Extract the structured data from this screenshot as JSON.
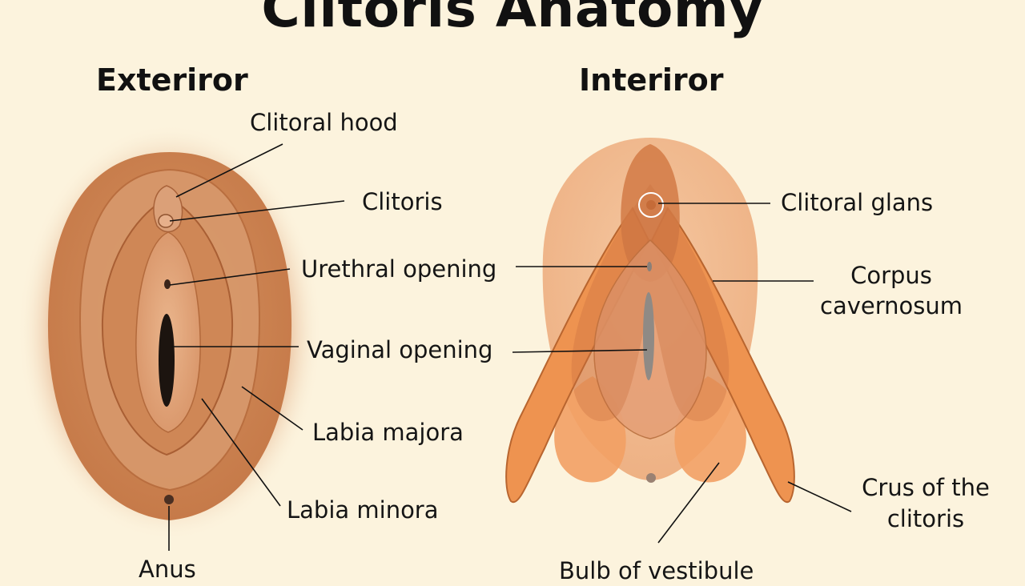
{
  "title": "Clitoris Anatomy",
  "headings": {
    "exterior": "Exteriror",
    "interior": "Interiror"
  },
  "colors": {
    "background": "#fcf3dd",
    "skin_outer": "#e5a577",
    "skin_mid": "#d38c5c",
    "skin_inner": "#c57848",
    "opening": "#1c140f",
    "interior_body": "#f0b78d",
    "tissue_orange": "#f29a57",
    "tissue_dark": "#c4713f"
  },
  "exterior_labels": {
    "clitoral_hood": "Clitoral hood",
    "clitoris": "Clitoris",
    "urethral_opening": "Urethral opening",
    "vaginal_opening": "Vaginal opening",
    "labia_majora": "Labia majora",
    "labia_minora": "Labia minora",
    "anus": "Anus"
  },
  "interior_labels": {
    "clitoral_glans": "Clitoral glans",
    "corpus_cavernosum_line1": "Corpus",
    "corpus_cavernosum_line2": "cavernosum",
    "crus_line1": "Crus of the",
    "crus_line2": "clitoris",
    "bulb_of_vestibule": "Bulb of vestibule"
  }
}
